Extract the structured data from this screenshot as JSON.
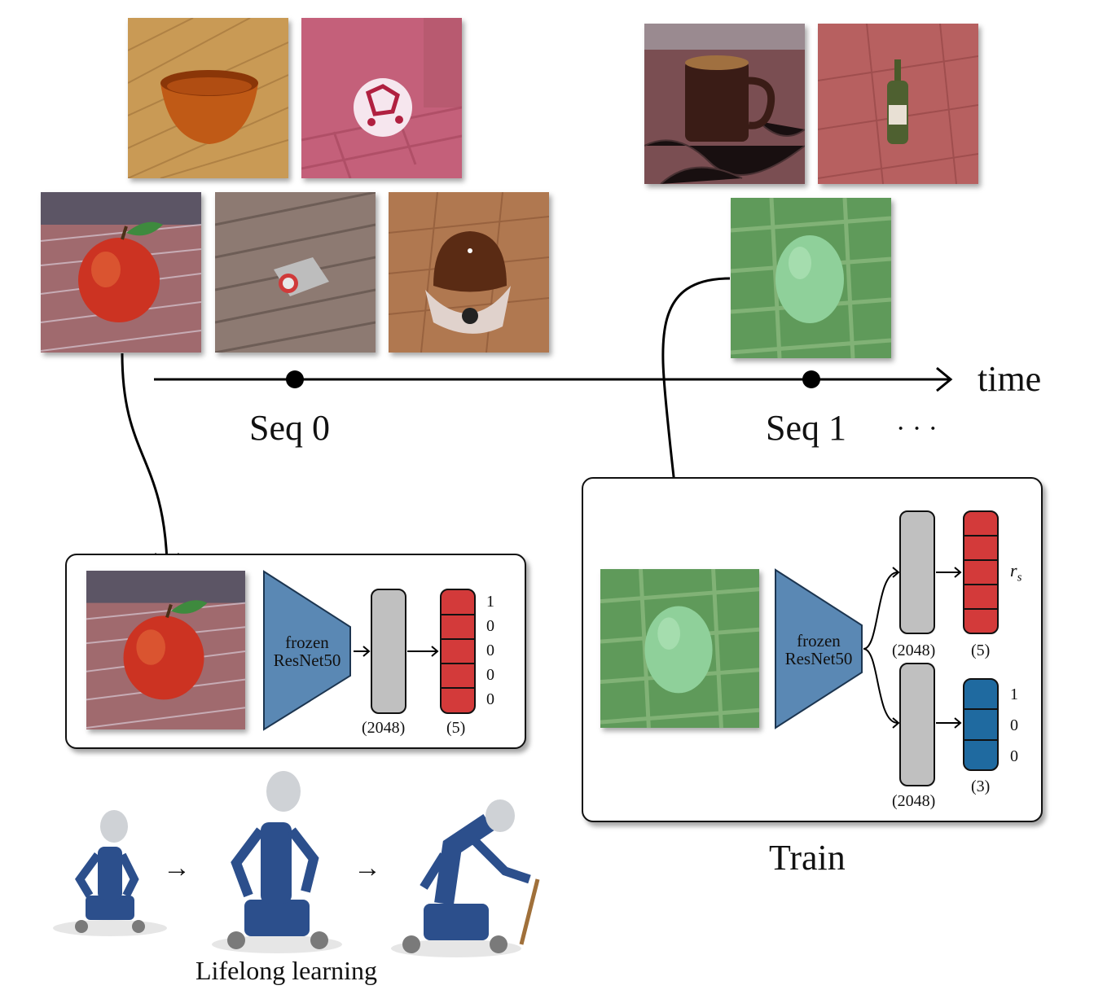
{
  "timeline": {
    "axis_label": "time",
    "seq0_label": "Seq 0",
    "seq1_label": "Seq 1",
    "ellipsis": "· · ·"
  },
  "seq0": {
    "objects": [
      "bowl",
      "ball",
      "apple",
      "camera",
      "cap"
    ],
    "panel": {
      "encoder_line1": "frozen",
      "encoder_line2": "ResNet50",
      "feature_dim": "(2048)",
      "output_dim": "(5)",
      "target": [
        "1",
        "0",
        "0",
        "0",
        "0"
      ]
    }
  },
  "seq1": {
    "objects": [
      "mug",
      "bottle",
      "egg"
    ],
    "panel": {
      "encoder_line1": "frozen",
      "encoder_line2": "ResNet50",
      "head1_dim": "(2048)",
      "head1_out": "(5)",
      "head1_label": "r",
      "head1_label_sub": "s",
      "head2_dim": "(2048)",
      "head2_out": "(3)",
      "target": [
        "1",
        "0",
        "0"
      ]
    },
    "caption": "Train"
  },
  "robot": {
    "arrow1": "→",
    "arrow2": "→",
    "caption": "Lifelong learning"
  },
  "colors": {
    "encoder": "#5a88b4",
    "feature": "#c0c0c0",
    "head_red": "#d33a3a",
    "head_blue": "#1f6aa0"
  }
}
